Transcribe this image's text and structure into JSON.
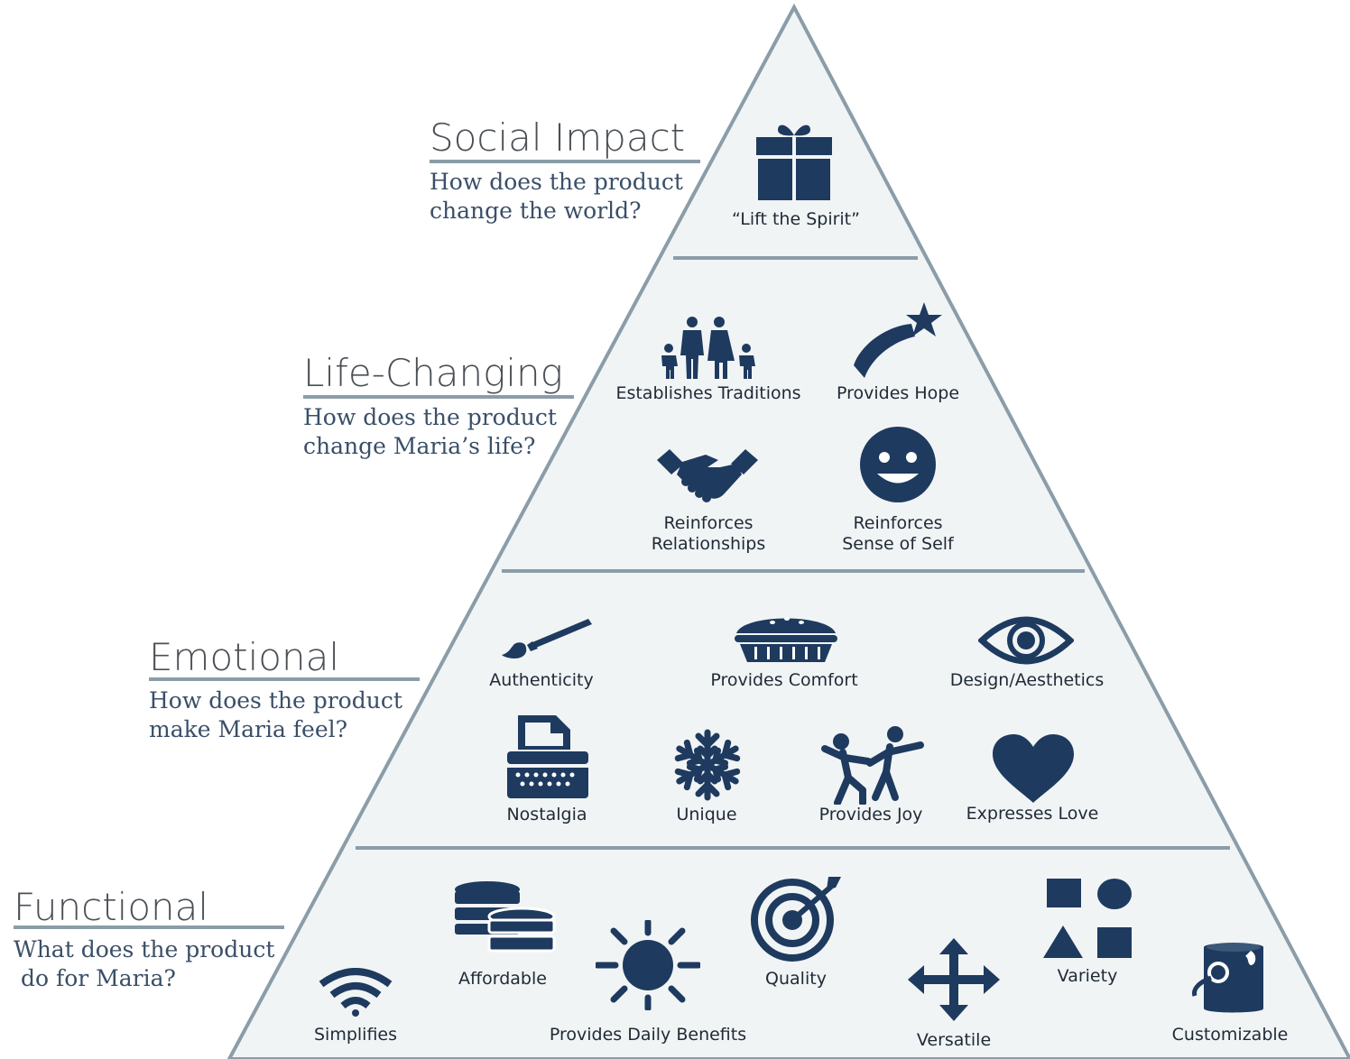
{
  "colors": {
    "icon": "#1e3a5f",
    "outline": "#8a9da8",
    "fill": "#f1f4f5",
    "title": "#4a4f55",
    "question": "#3a4f68"
  },
  "tiers": {
    "social": {
      "title": "Social Impact",
      "question": "How does the product\nchange the world?",
      "items": [
        {
          "label": "“Lift the Spirit”",
          "icon": "gift-icon"
        }
      ]
    },
    "life": {
      "title": "Life-Changing",
      "question": "How does the product\nchange Maria’s life?",
      "items": [
        {
          "label": "Establishes Traditions",
          "icon": "family-icon"
        },
        {
          "label": "Provides Hope",
          "icon": "shooting-star-icon"
        },
        {
          "label": "Reinforces\nRelationships",
          "icon": "handshake-icon"
        },
        {
          "label": "Reinforces\nSense of Self",
          "icon": "smiley-icon"
        }
      ]
    },
    "emotional": {
      "title": "Emotional",
      "question": "How does the product\nmake Maria feel?",
      "items": [
        {
          "label": "Authenticity",
          "icon": "paintbrush-icon"
        },
        {
          "label": "Provides Comfort",
          "icon": "pie-icon"
        },
        {
          "label": "Design/Aesthetics",
          "icon": "eye-icon"
        },
        {
          "label": "Nostalgia",
          "icon": "typewriter-icon"
        },
        {
          "label": "Unique",
          "icon": "snowflake-icon"
        },
        {
          "label": "Provides Joy",
          "icon": "dancing-people-icon"
        },
        {
          "label": "Expresses Love",
          "icon": "heart-icon"
        }
      ]
    },
    "functional": {
      "title": "Functional",
      "question": "What does the product\n do for Maria?",
      "items": [
        {
          "label": "Simplifies",
          "icon": "wifi-icon"
        },
        {
          "label": "Affordable",
          "icon": "coins-icon"
        },
        {
          "label": "Provides Daily Benefits",
          "icon": "sun-icon"
        },
        {
          "label": "Quality",
          "icon": "target-icon"
        },
        {
          "label": "Versatile",
          "icon": "move-arrows-icon"
        },
        {
          "label": "Variety",
          "icon": "shapes-icon"
        },
        {
          "label": "Customizable",
          "icon": "paint-can-icon"
        }
      ]
    }
  }
}
